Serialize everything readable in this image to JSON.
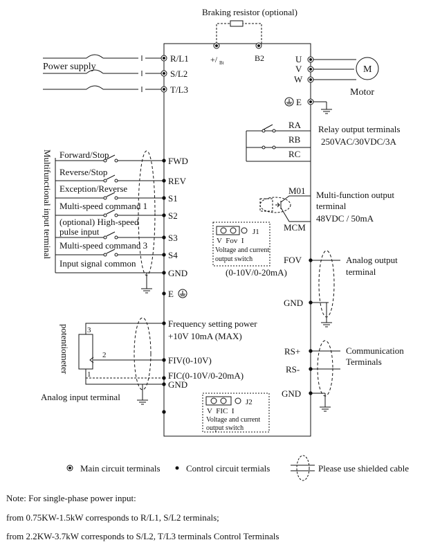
{
  "header": {
    "braking_resistor": "Braking resistor (optional)"
  },
  "power": {
    "label": "Power supply",
    "terminals": [
      "R/L1",
      "S/L2",
      "T/L3"
    ],
    "braking_terminals": [
      "+/",
      "Bt",
      "B2"
    ]
  },
  "motor": {
    "label": "Motor",
    "symbol": "M",
    "terminals": [
      "U",
      "V",
      "W"
    ],
    "earth": "E"
  },
  "relay": {
    "terminals": [
      "RA",
      "RB",
      "RC"
    ],
    "title": "Relay output terminals",
    "rating": "250VAC/30VDC/3A"
  },
  "multi_output": {
    "terminals": [
      "M01",
      "MCM"
    ],
    "line1": "Multi-function output",
    "line2": "terminal",
    "rating": "48VDC / 50mA"
  },
  "j1": {
    "label": "J1",
    "switch_labels": "V  Fov  I",
    "caption1": "Voltage and current",
    "caption2": "output switch",
    "range": "(0-10V/0-20mA)"
  },
  "analog_output": {
    "terminal": "FOV",
    "gnd": "GND",
    "line1": "Analog output",
    "line2": "terminal"
  },
  "inputs": {
    "side_label": "Multifunctional input terminal",
    "items": [
      {
        "label": "Forward/Stop",
        "terminal": "FWD"
      },
      {
        "label": "Reverse/Stop",
        "terminal": "REV"
      },
      {
        "label": "Exception/Reverse",
        "terminal": "S1"
      },
      {
        "label": "Multi-speed command 1",
        "terminal": "S2"
      },
      {
        "label": "(optional) High-speed",
        "label2": "pulse input",
        "terminal": "S3"
      },
      {
        "label": "Multi-speed command 3",
        "terminal": "S4"
      },
      {
        "label": "Input signal common",
        "terminal": "GND"
      }
    ],
    "earth": "E"
  },
  "analog_input": {
    "potentiometer": "potentiometer",
    "pin3": "3",
    "pin2": "2",
    "pin1": "1",
    "power_line1": "Frequency setting power",
    "power_line2": "+10V  10mA (MAX)",
    "fiv": "FIV(0-10V)",
    "fic": "FIC(0-10V/0-20mA)",
    "gnd": "GND",
    "label": "Analog input terminal"
  },
  "j2": {
    "label": "J2",
    "switch_labels": "V  FIC  I",
    "caption1": "Voltage and current",
    "caption2": "output switch"
  },
  "communication": {
    "terminals": [
      "RS+",
      "RS-",
      "GND"
    ],
    "line1": "Communication",
    "line2": "Terminals"
  },
  "legend": {
    "main": "Main circuit terminals",
    "control": "Control circuit termials",
    "shielded": "Please use shielded cable"
  },
  "note": {
    "line1": "Note: For single-phase power input:",
    "line2": "from 0.75KW-1.5kW corresponds to R/L1, S/L2 terminals;",
    "line3": "from 2.2KW-3.7kW corresponds to S/L2, T/L3 terminals Control Terminals"
  }
}
